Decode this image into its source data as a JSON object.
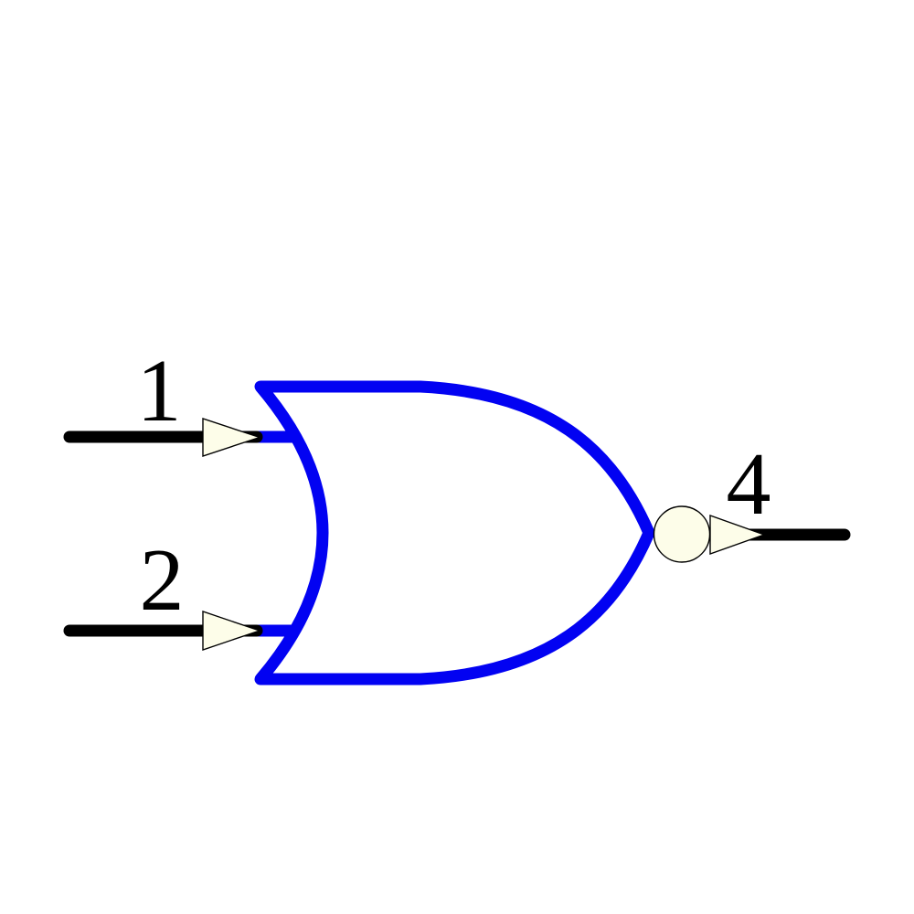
{
  "schematic": {
    "component": "2-input NOR gate symbol",
    "gate_type": "NOR",
    "inputs_count": 2,
    "output_inverted": true,
    "pins": {
      "input1_label": "1",
      "input2_label": "2",
      "output_label": "4"
    },
    "colors": {
      "gate_outline": "#0202F2",
      "pin_fill": "#FDFDE9",
      "wire": "#000000",
      "pin_outline": "#000000",
      "background": "#FFFFFF"
    }
  }
}
